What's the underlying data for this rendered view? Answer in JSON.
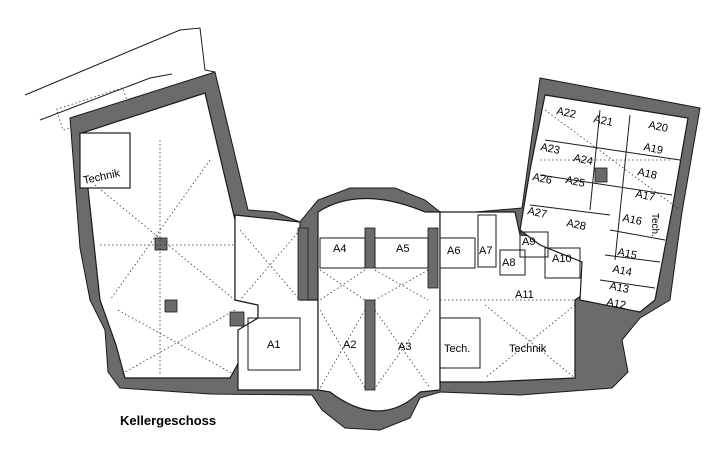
{
  "floor_plan": {
    "caption": "Kellergeschoss",
    "left_wing_rooms": [
      {
        "label": "Technik"
      }
    ],
    "center_rooms": [
      {
        "label": "A1"
      },
      {
        "label": "A2"
      },
      {
        "label": "A3"
      },
      {
        "label": "A4"
      },
      {
        "label": "A5"
      },
      {
        "label": "A6"
      },
      {
        "label": "A7"
      },
      {
        "label": "A8"
      },
      {
        "label": "A9"
      },
      {
        "label": "A10"
      },
      {
        "label": "A11"
      },
      {
        "label": "Tech."
      },
      {
        "label": "Technik"
      }
    ],
    "right_wing_rooms": [
      {
        "label": "A12"
      },
      {
        "label": "A13"
      },
      {
        "label": "A14"
      },
      {
        "label": "A15"
      },
      {
        "label": "A16"
      },
      {
        "label": "A17"
      },
      {
        "label": "A18"
      },
      {
        "label": "A19"
      },
      {
        "label": "A20"
      },
      {
        "label": "A21"
      },
      {
        "label": "A22"
      },
      {
        "label": "A23"
      },
      {
        "label": "A24"
      },
      {
        "label": "A25"
      },
      {
        "label": "A26"
      },
      {
        "label": "A27"
      },
      {
        "label": "A28"
      },
      {
        "label": "Tech."
      }
    ]
  }
}
